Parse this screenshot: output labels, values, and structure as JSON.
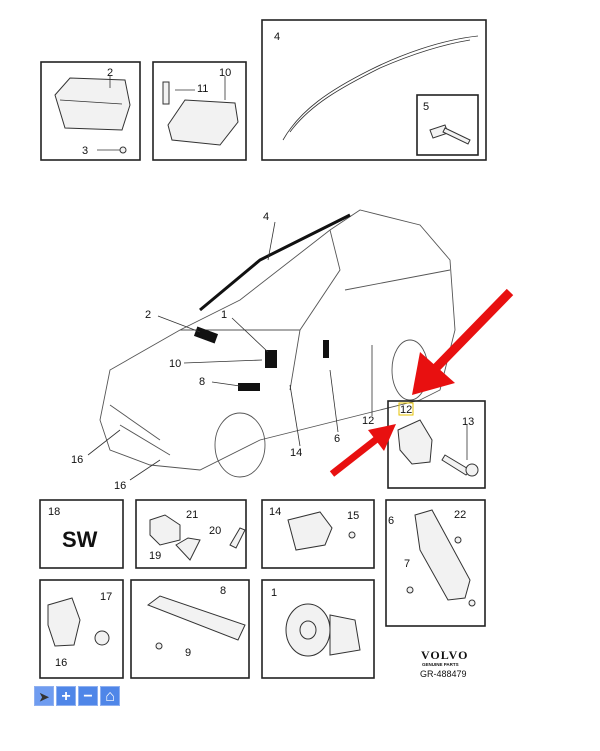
{
  "diagram": {
    "callouts": {
      "box_airbag_passenger": [
        "2",
        "3"
      ],
      "box_module": [
        "10",
        "11"
      ],
      "box_curtain": [
        "4",
        "5"
      ],
      "car": [
        "4",
        "2",
        "1",
        "10",
        "8",
        "12",
        "6",
        "14",
        "16",
        "16"
      ],
      "box_sensor": [
        "12",
        "13"
      ],
      "box_sw": [
        "18"
      ],
      "box_bracket": [
        "21",
        "20",
        "19"
      ],
      "box_sensor2": [
        "14",
        "15"
      ],
      "box_knee": [
        "6",
        "22",
        "7"
      ],
      "box_crash_sensor": [
        "17",
        "16"
      ],
      "box_strip": [
        "8",
        "9"
      ],
      "box_steering": [
        "1"
      ]
    },
    "sw_label": "SW",
    "brand": {
      "logo": "VOLVO",
      "subtitle": "GENUINE PARTS",
      "reference": "GR-488479"
    },
    "highlight_color": "#e81010"
  },
  "toolbar": {
    "icons": [
      "pointer-icon",
      "zoom-in-icon",
      "zoom-out-icon",
      "home-icon"
    ]
  }
}
